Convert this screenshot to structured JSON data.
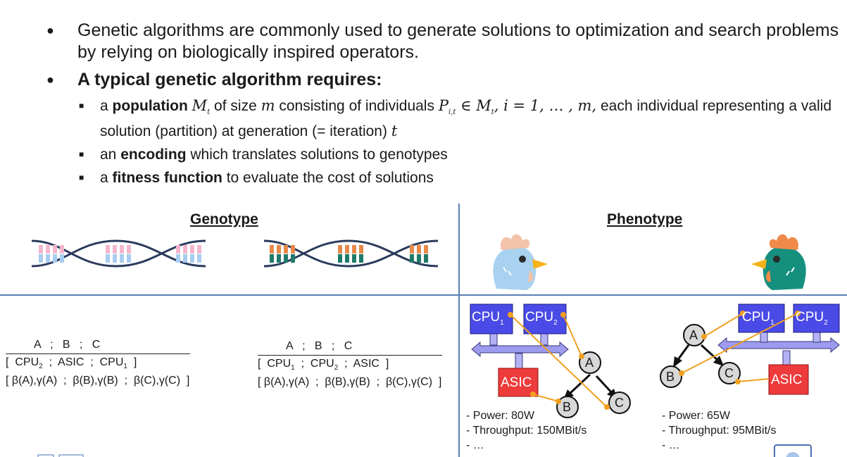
{
  "bullets": {
    "b1": "Genetic algorithms are commonly used to generate solutions to optimization and search problems by relying on biologically inspired operators.",
    "b2": "A typical genetic algorithm requires:",
    "sub1": {
      "a": "a ",
      "bold": "population",
      "rest": " consisting of individuals ",
      "rest2": " each individual representing a valid solution (partition) at generation (= iteration) ",
      "math1": "M",
      "math_t": "t",
      "size": " of size ",
      "m": "m",
      "pit": "P",
      "pit_sub": "i,t",
      "inset": " ∈ M",
      "range": ",  i = 1, … , m,"
    },
    "sub2": {
      "a": "an ",
      "bold": "encoding",
      "rest": " which translates solutions to genotypes"
    },
    "sub3": {
      "a": "a ",
      "bold": "fitness function",
      "rest": " to evaluate the cost of solutions"
    }
  },
  "headers": {
    "genotype": "Genotype",
    "phenotype": "Phenotype"
  },
  "genotype1": {
    "row1": "A   ;   B   ;   C",
    "row2": [
      "[  CPU",
      "2",
      "  ;  ASIC  ;  CPU",
      "1",
      "  ]"
    ],
    "row3": "[ β(A),γ(A)  ;  β(B),γ(B)  ;  β(C),γ(C)  ]"
  },
  "genotype2": {
    "row1": "A   ;   B   ;   C",
    "row2": [
      "[  CPU",
      "1",
      "  ;  CPU",
      "2",
      "  ;  ASIC  ]"
    ],
    "row3": "[ β(A),γ(A)  ;  β(B),γ(B)  ;  β(C),γ(C)  ]"
  },
  "pheno1": {
    "cpu1": "CPU",
    "cpu1_sub": "1",
    "cpu2": "CPU",
    "cpu2_sub": "2",
    "asic": "ASIC",
    "node_a": "A",
    "node_b": "B",
    "node_c": "C",
    "power": "- Power: 80W",
    "throughput": "- Throughput: 150MBit/s",
    "more": "- …"
  },
  "pheno2": {
    "cpu1": "CPU",
    "cpu1_sub": "1",
    "cpu2": "CPU",
    "cpu2_sub": "2",
    "asic": "ASIC",
    "node_a": "A",
    "node_b": "B",
    "node_c": "C",
    "power": "- Power: 65W",
    "throughput": "- Throughput: 95MBit/s",
    "more": "- …"
  },
  "colors": {
    "cpu": "#4a4ae6",
    "asic": "#ee3b3b",
    "bus": "#9d9bf0",
    "mapping": "#f0a020",
    "node": "#d8d8d8",
    "divider": "#5b7fb5"
  }
}
